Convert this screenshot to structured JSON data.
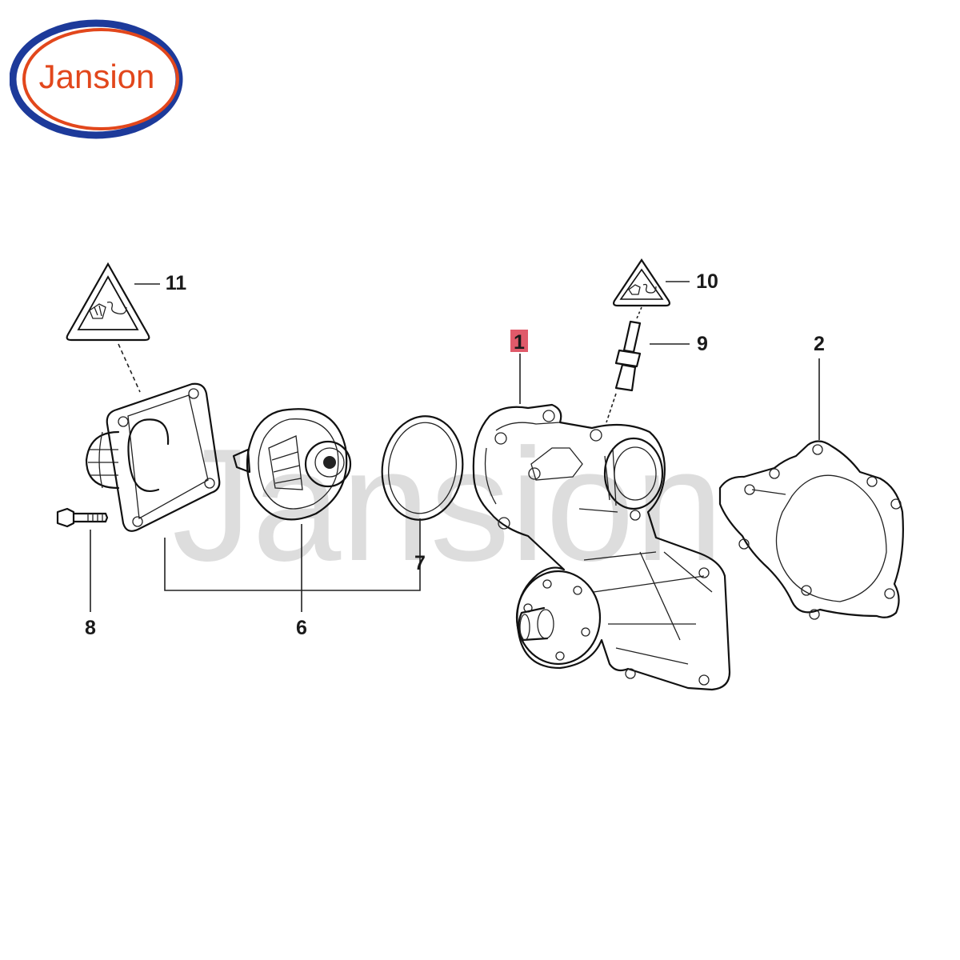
{
  "logo": {
    "brand": "Jansion",
    "colors": {
      "ring": "#1d3a9a",
      "accent": "#e2471c"
    }
  },
  "watermark": "Jansion",
  "colors": {
    "highlight": "#e05a6a"
  },
  "callouts": [
    {
      "id": "1",
      "label": "1",
      "highlighted": true
    },
    {
      "id": "2",
      "label": "2"
    },
    {
      "id": "6",
      "label": "6"
    },
    {
      "id": "7",
      "label": "7"
    },
    {
      "id": "8",
      "label": "8"
    },
    {
      "id": "9",
      "label": "9"
    },
    {
      "id": "10",
      "label": "10"
    },
    {
      "id": "11",
      "label": "11"
    }
  ],
  "parts": [
    {
      "callout": "1",
      "icon": "water-pump-housing"
    },
    {
      "callout": "2",
      "icon": "gasket"
    },
    {
      "callout": "6",
      "icon": "thermostat"
    },
    {
      "callout": "7",
      "icon": "o-ring"
    },
    {
      "callout": "8",
      "icon": "bolt"
    },
    {
      "callout": "9",
      "icon": "temperature-sensor"
    },
    {
      "callout": "10",
      "icon": "sealant-warning-symbol"
    },
    {
      "callout": "11",
      "icon": "sealant-warning-symbol"
    }
  ]
}
